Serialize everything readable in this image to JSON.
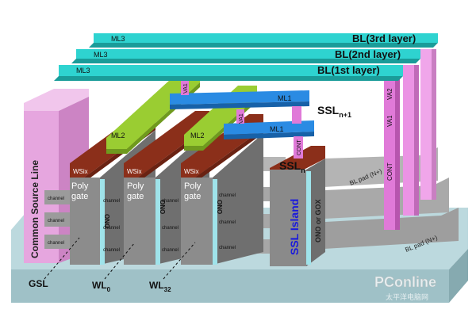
{
  "labels": {
    "bl3": "BL(3rd layer)",
    "bl2": "BL(2nd layer)",
    "bl1": "BL(1st layer)",
    "ml3": "ML3",
    "ml1": "ML1",
    "ml2": "ML2",
    "va1": "VA1",
    "va2": "VA2",
    "cont": "CONT",
    "ssl_n1": "SSL",
    "ssl_n1_sub": "n+1",
    "ssl_n": "SSL",
    "ssl_n_sub": "n",
    "wsix": "WSix",
    "poly": "Poly",
    "gate": "gate",
    "ono": "ONO",
    "ono_gox": "ONO or GOX",
    "channel": "channel",
    "ssl_island": "SSL Island",
    "common_source_line": "Common Source Line",
    "bl_pad_1": "BL pad (N+)",
    "bl_pad_2": "BL pad (N+)",
    "gsl": "GSL",
    "wl0": "WL",
    "wl0_sub": "0",
    "wl32": "WL",
    "wl32_sub": "32",
    "watermark": "PConline",
    "watermark_sub": "太平洋电脑网"
  },
  "colors": {
    "bl_line": "#29c9c6",
    "bl_line_dark": "#1a9c99",
    "ml1": "#1e7fd6",
    "ml2": "#9acd32",
    "gate_top": "#8b2f1a",
    "gate_body": "#8c8c8c",
    "via": "#e07ad8",
    "csl": "#e6a6df",
    "substrate": "#a9cbd1",
    "ssl_text": "#1a1adc"
  }
}
